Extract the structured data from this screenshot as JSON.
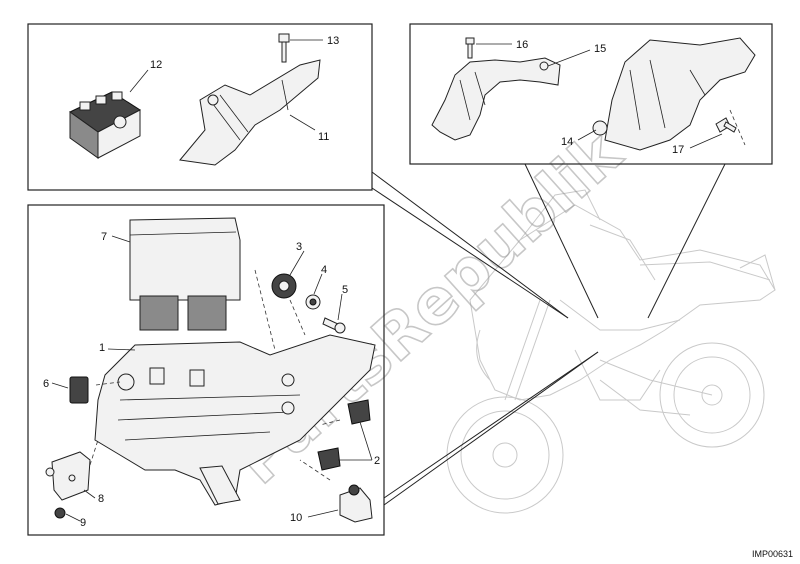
{
  "callouts": [
    {
      "id": "c1",
      "text": "1"
    },
    {
      "id": "c2",
      "text": "2"
    },
    {
      "id": "c3",
      "text": "3"
    },
    {
      "id": "c4",
      "text": "4"
    },
    {
      "id": "c5",
      "text": "5"
    },
    {
      "id": "c6",
      "text": "6"
    },
    {
      "id": "c7",
      "text": "7"
    },
    {
      "id": "c8",
      "text": "8"
    },
    {
      "id": "c9",
      "text": "9"
    },
    {
      "id": "c10",
      "text": "10"
    },
    {
      "id": "c11",
      "text": "11"
    },
    {
      "id": "c12",
      "text": "12"
    },
    {
      "id": "c13",
      "text": "13"
    },
    {
      "id": "c14",
      "text": "14"
    },
    {
      "id": "c15",
      "text": "15"
    },
    {
      "id": "c16",
      "text": "16"
    },
    {
      "id": "c17",
      "text": "17"
    }
  ],
  "diagram_code": "IMP00631",
  "watermark": "PartsRepublik"
}
